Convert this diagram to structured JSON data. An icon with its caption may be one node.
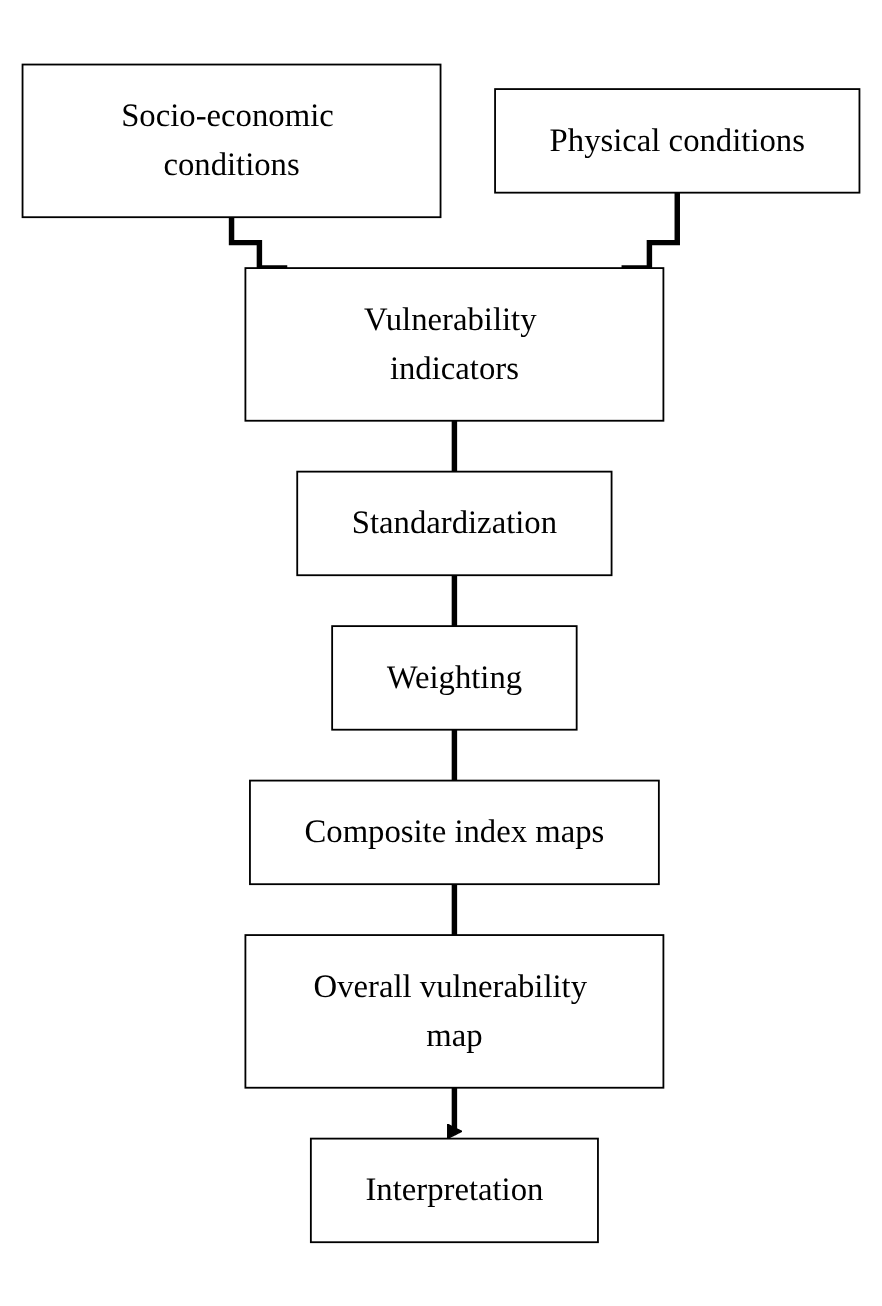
{
  "diagram": {
    "nodes": [
      {
        "text": [
          "Socio-economic conditions"
        ]
      },
      {
        "text": [
          "Physical conditions"
        ]
      },
      {
        "text": [
          "Vulnerability indicators"
        ]
      },
      {
        "text": [
          "Standardization"
        ]
      },
      {
        "text": [
          "Weighting"
        ]
      },
      {
        "text": [
          "Composite index maps"
        ]
      },
      {
        "text": [
          "Overall vulnerability map"
        ]
      },
      {
        "text": [
          "Interpretation"
        ]
      }
    ],
    "edges": [
      {
        "from": 0,
        "to": 2,
        "arrow": "none"
      },
      {
        "from": 1,
        "to": 2,
        "arrow": "none"
      },
      {
        "from": 2,
        "to": 3,
        "arrow": "none"
      },
      {
        "from": 3,
        "to": 4,
        "arrow": "none"
      },
      {
        "from": 4,
        "to": 5,
        "arrow": "none"
      },
      {
        "from": 5,
        "to": 6,
        "arrow": "none"
      },
      {
        "from": 6,
        "to": 7,
        "arrow": "to"
      }
    ]
  }
}
